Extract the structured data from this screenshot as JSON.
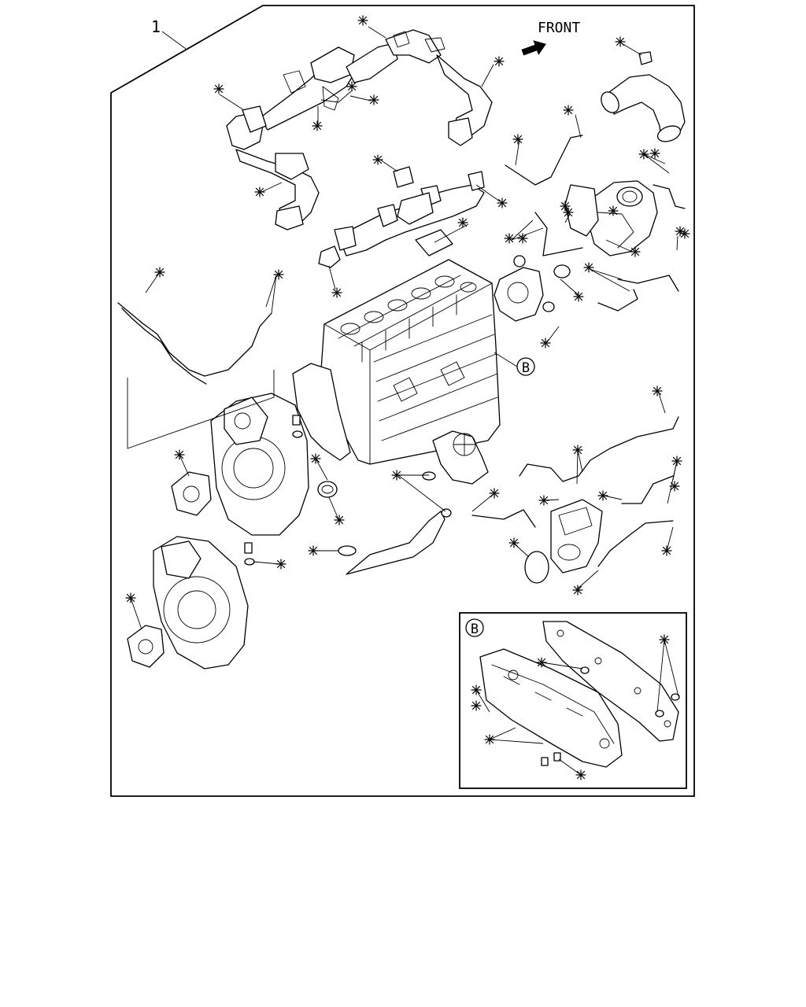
{
  "diagram": {
    "item_number": "1",
    "front_label": "FRONT",
    "callout_letter": "B",
    "detail_label": "B",
    "marker_symbol": "※",
    "direction_icon": "arrow-right-icon"
  }
}
